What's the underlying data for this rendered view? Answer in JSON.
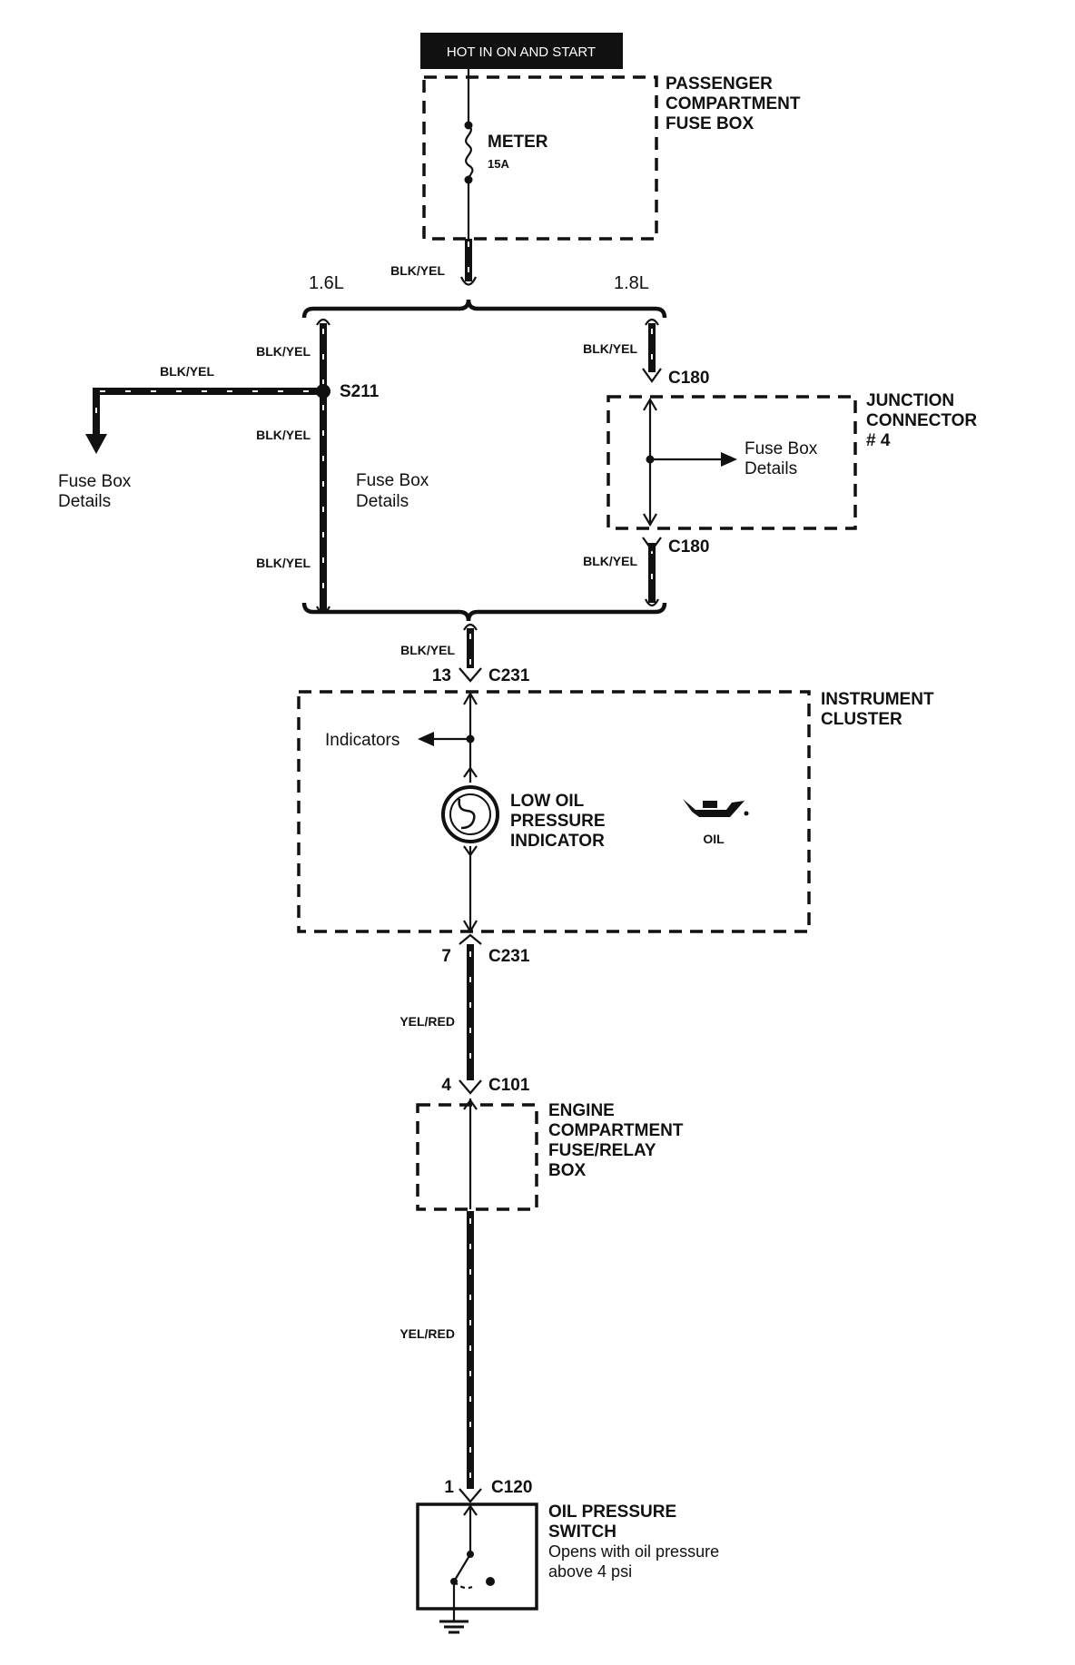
{
  "header": {
    "power_label": "HOT IN ON AND START"
  },
  "components": {
    "passenger_fuse_box": {
      "name_line1": "PASSENGER",
      "name_line2": "COMPARTMENT",
      "name_line3": "FUSE BOX"
    },
    "fuse": {
      "name": "METER",
      "rating": "15A"
    },
    "junction_connector": {
      "name_line1": "JUNCTION",
      "name_line2": "CONNECTOR",
      "name_line3": "# 4"
    },
    "instrument_cluster": {
      "name_line1": "INSTRUMENT",
      "name_line2": "CLUSTER"
    },
    "indicator": {
      "name_line1": "LOW OIL",
      "name_line2": "PRESSURE",
      "name_line3": "INDICATOR",
      "symbol_label": "OIL"
    },
    "indicators_branch": "Indicators",
    "engine_fuse_box": {
      "name_line1": "ENGINE",
      "name_line2": "COMPARTMENT",
      "name_line3": "FUSE/RELAY",
      "name_line4": "BOX"
    },
    "oil_pressure_switch": {
      "name_line1": "OIL PRESSURE",
      "name_line2": "SWITCH",
      "note_line1": "Opens with oil pressure",
      "note_line2": "above 4 psi"
    }
  },
  "variants": {
    "left": "1.6L",
    "right": "1.8L"
  },
  "wires": {
    "blk_yel": "BLK/YEL",
    "yel_red": "YEL/RED"
  },
  "refs": {
    "line1": "Fuse Box",
    "line2": "Details"
  },
  "connectors": {
    "c180": "C180",
    "s211": "S211",
    "c231": "C231",
    "c101": "C101",
    "c120": "C120",
    "c231_pin_top": "13",
    "c231_pin_bottom": "7",
    "c101_pin": "4",
    "c120_pin": "1"
  }
}
